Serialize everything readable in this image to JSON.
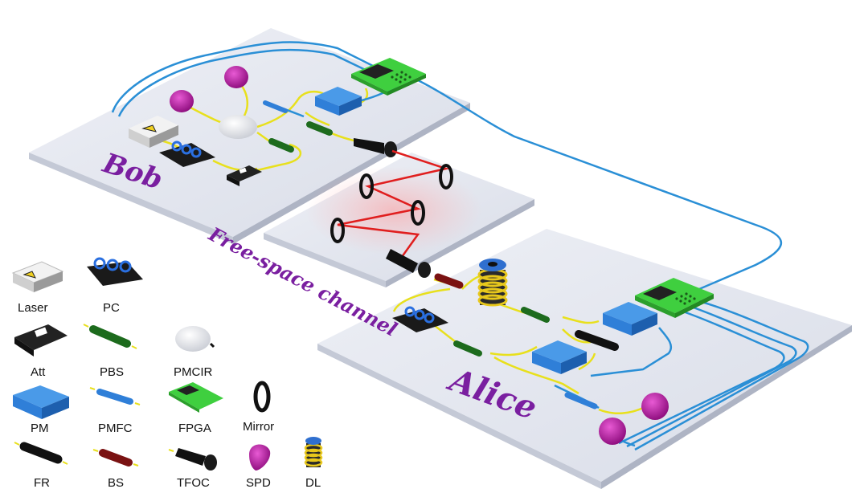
{
  "labels": {
    "bob": "Bob",
    "alice": "Alice",
    "channel": "Free-space channel"
  },
  "legend": {
    "laser": "Laser",
    "pc": "PC",
    "att": "Att",
    "pbs": "PBS",
    "pmcir": "PMCIR",
    "pm": "PM",
    "pmfc": "PMFC",
    "fpga": "FPGA",
    "mirror": "Mirror",
    "fr": "FR",
    "bs": "BS",
    "tfoc": "TFOC",
    "spd": "SPD",
    "dl": "DL"
  },
  "colors": {
    "board": "#e8ebf3",
    "board_edge": "#b8bfcf",
    "fiber_blue": "#2a8fd6",
    "fiber_yellow": "#e8e01c",
    "beam_red": "#e01e1e",
    "spd_purple": "#b5169f",
    "fpga_green": "#3fcf3f",
    "pm_blue": "#2f7fd8",
    "pbs_green": "#1d6b1d",
    "bs_red": "#7a1212",
    "title_purple": "#7a1fa0"
  }
}
